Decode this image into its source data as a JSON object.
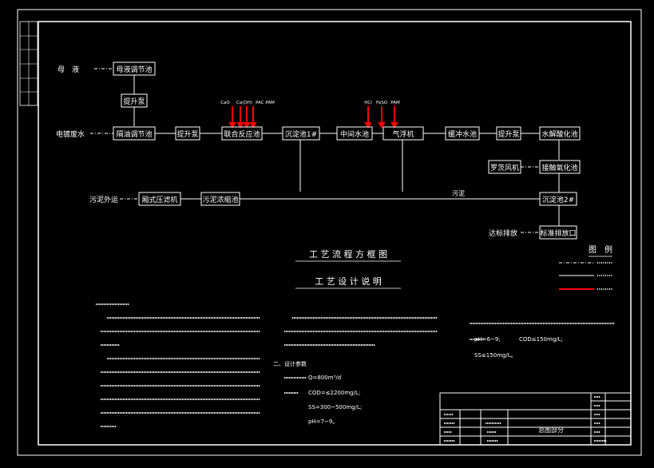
{
  "flow": {
    "mother_liquor_label": "母　液",
    "wastewater_label": "电镀废水",
    "sludge_out_label": "污泥外运",
    "discharge_label": "达标排放",
    "mother_tank": "母液调节池",
    "lift_pump_1": "提升泵",
    "oil_separation_tank": "隔油调节池",
    "lift_pump_2": "提升泵",
    "combined_reaction_tank": "联合反应池",
    "sedimentation_1": "沉淀池1#",
    "intermediate_tank": "中间水池",
    "air_flotation": "气浮机",
    "buffer_tank": "缓冲水池",
    "lift_pump_3": "提升泵",
    "hydrolysis_tank": "水解酸化池",
    "roots_blower": "罗茨风机",
    "contact_oxidation": "接触氧化池",
    "sedimentation_2": "沉淀池2#",
    "standard_outlet": "标准排放口",
    "sludge_thickener": "污泥浓缩池",
    "filter_press": "厢式压滤机",
    "sludge_line_label": "污泥",
    "chem_1": "CaO",
    "chem_2": "Ca(OH)",
    "chem_3": "PAC PAM",
    "chem_4": "HCl",
    "chem_5": "FeSO",
    "chem_6": "PAM"
  },
  "titles": {
    "flow_diagram": "工 艺 流 程 方 框 图",
    "design_notes": "工 艺 设 计 说 明"
  },
  "legend": {
    "title": "图　例"
  },
  "notes": {
    "section2_title": "二、设计参数",
    "param_q": "Q=800m³/d",
    "param_cod": "COD=≤2200mg/L;",
    "param_ss": "SS=300~500mg/L;",
    "param_ph": "pH=7~9。",
    "req_ph": "pH=6~9;",
    "req_cod": "COD≤150mg/L;",
    "req_ss": "SS≤150mg/L。"
  },
  "titleblock": {
    "name": "总图部分"
  },
  "colors": {
    "line": "#ffffff",
    "dosing": "#ff0000",
    "background": "#000000"
  }
}
